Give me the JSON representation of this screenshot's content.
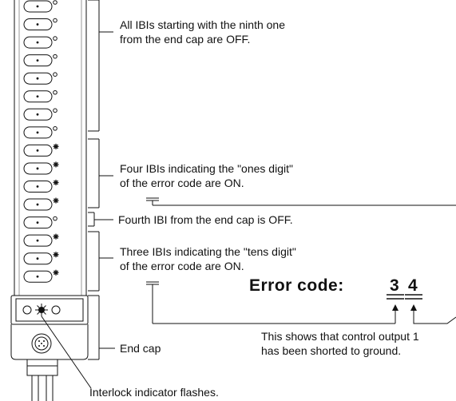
{
  "annotations": {
    "ibis_off": [
      "All IBIs starting with the ninth one",
      "from the end cap are OFF."
    ],
    "ones_digit": [
      "Four IBIs indicating the \"ones digit\"",
      "of the error code are ON."
    ],
    "fourth_off": "Fourth IBI from the end cap is OFF.",
    "tens_digit": [
      "Three IBIs indicating the \"tens digit\"",
      "of the error code are ON."
    ],
    "end_cap": "End cap",
    "interlock": "Interlock indicator flashes.",
    "meaning": [
      "This shows that control output 1",
      "has been shorted to ground."
    ]
  },
  "error_code": {
    "label": "Error code:",
    "tens": "3",
    "ones": "4"
  },
  "ibi_states": [
    "off",
    "off",
    "off",
    "off",
    "off",
    "off",
    "off",
    "off",
    "on",
    "on",
    "on",
    "on",
    "off",
    "on",
    "on",
    "on"
  ]
}
